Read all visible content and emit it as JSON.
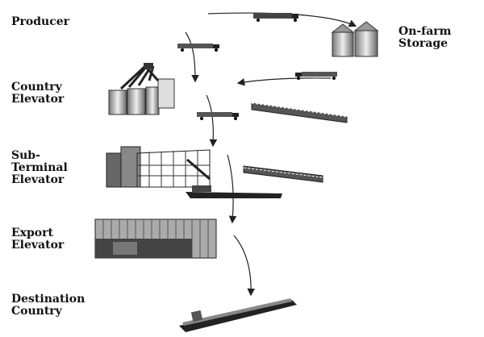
{
  "labels": {
    "producer": "Producer",
    "on_farm_storage_1": "On-farm",
    "on_farm_storage_2": "Storage",
    "country_elevator_1": "Country",
    "country_elevator_2": "Elevator",
    "sub_terminal_1": "Sub-",
    "sub_terminal_2": "Terminal",
    "sub_terminal_3": "Elevator",
    "export_elevator_1": "Export",
    "export_elevator_2": "Elevator",
    "destination_1": "Destination",
    "destination_2": "Country"
  }
}
